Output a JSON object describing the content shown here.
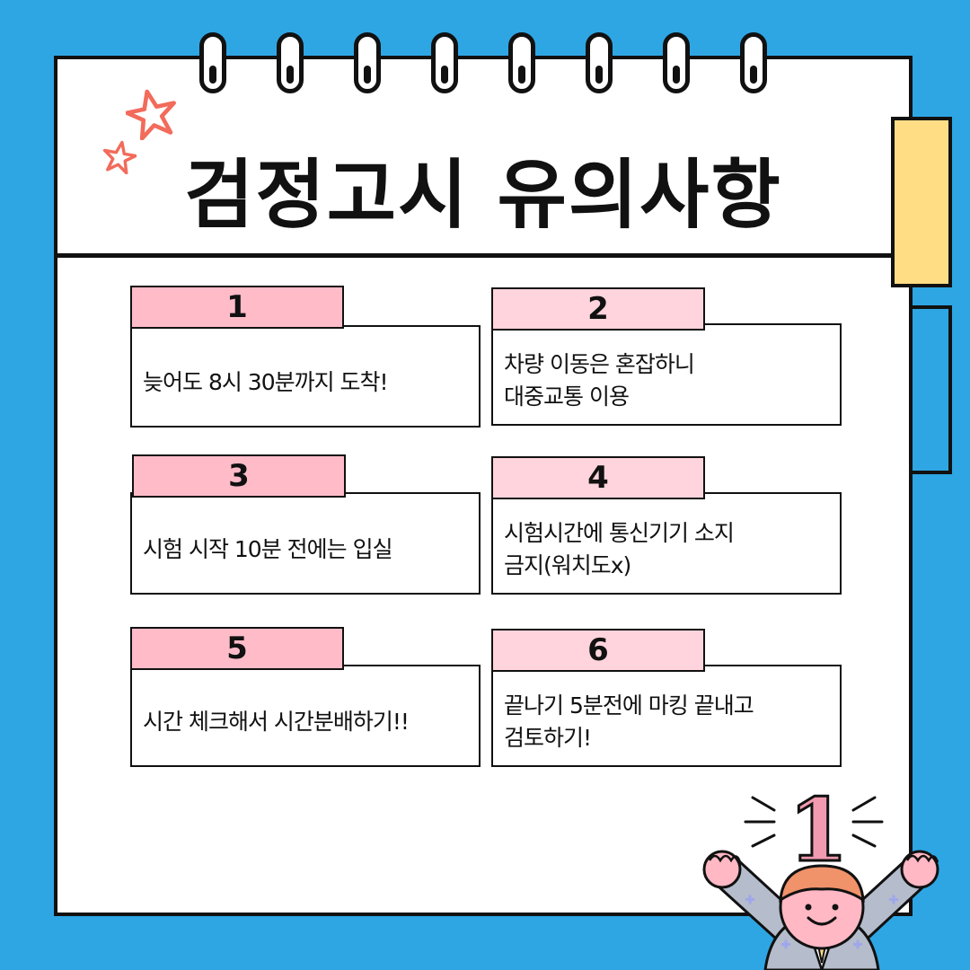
{
  "title": "검정고시 유의사항",
  "cards": [
    {
      "number": "1",
      "text": "늦어도 8시 30분까지 도착!"
    },
    {
      "number": "2",
      "text": "차량 이동은 혼잡하니\n대중교통 이용"
    },
    {
      "number": "3",
      "text": "시험 시작 10분 전에는 입실"
    },
    {
      "number": "4",
      "text": "시험시간에 통신기기 소지\n금지(워치도x)"
    },
    {
      "number": "5",
      "text": "시간 체크해서 시간분배하기!!"
    },
    {
      "number": "6",
      "text": "끝나기 5분전에 마킹 끝내고\n검토하기!"
    }
  ],
  "mascot_badge": "1",
  "colors": {
    "background": "#2EA6E4",
    "paper": "#FFFFFF",
    "label": "#FFBBC8",
    "tab_yellow": "#FFDD85",
    "star": "#F26B5B",
    "badge": "#F29AB0"
  },
  "icons": [
    "star-icon",
    "spiral-ring-icon",
    "cheering-mascot-icon"
  ]
}
